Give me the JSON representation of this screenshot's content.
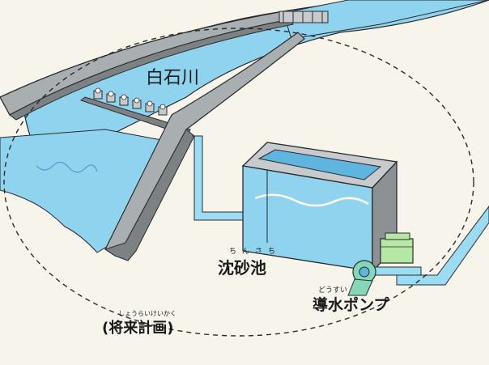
{
  "labels": {
    "river": "白石川",
    "basin": "沈砂池",
    "basin_ruby": "ちんさち",
    "pump": "導水ポンプ",
    "pump_ruby": "どうすい",
    "future": "(将来計画)",
    "future_ruby": "しょうらいけいかく"
  },
  "colors": {
    "water": "#8fd3ef",
    "water_dark": "#5fb5df",
    "concrete": "#a9aeb1",
    "concrete_dark": "#7c8184",
    "outline": "#2a2a2a",
    "pump": "#86d7b9",
    "pump_green": "#b4e8a4"
  },
  "icons": [
    "intake-gate-icon",
    "pump-icon",
    "motor-icon"
  ]
}
